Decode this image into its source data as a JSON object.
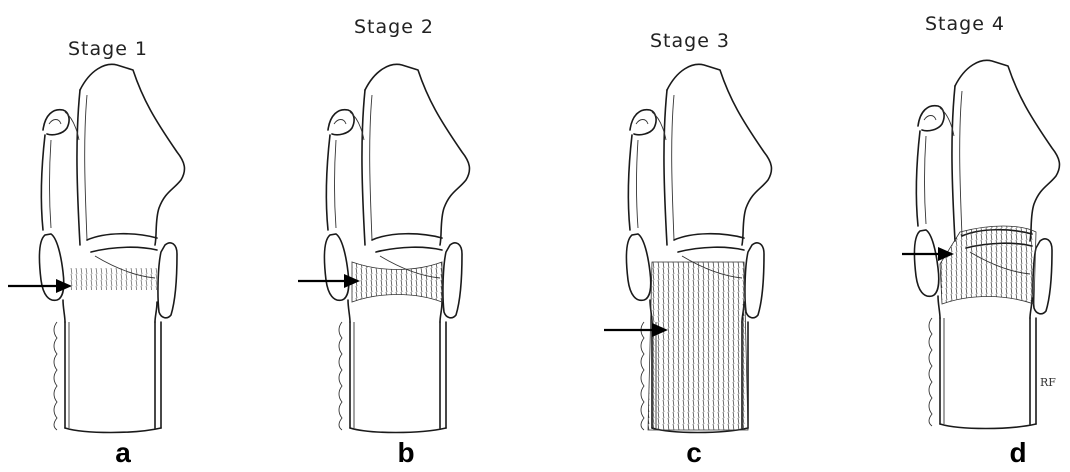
{
  "panels": [
    {
      "stage_label": "Stage 1",
      "panel_letter": "a"
    },
    {
      "stage_label": "Stage 2",
      "panel_letter": "b"
    },
    {
      "stage_label": "Stage 3",
      "panel_letter": "c"
    },
    {
      "stage_label": "Stage 4",
      "panel_letter": "d"
    }
  ],
  "signature": "RF"
}
